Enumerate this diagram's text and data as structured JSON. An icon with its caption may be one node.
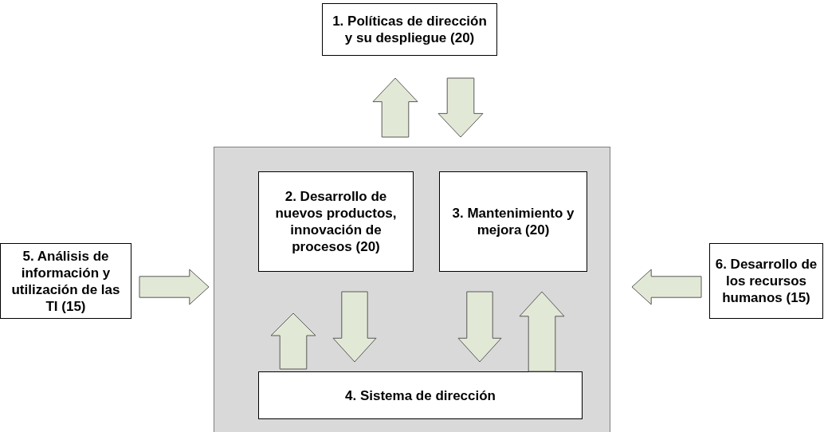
{
  "diagram": {
    "nodes": [
      {
        "text": [
          "1. Políticas de dirección y su despliegue (20)"
        ]
      },
      {
        "text": [],
        "shape": "box"
      },
      {
        "text": [
          "2. Desarrollo de nuevos productos, innovación de procesos (20)"
        ],
        "in": 1
      },
      {
        "text": [
          "3. Mantenimiento y mejora (20)"
        ],
        "in": 1
      },
      {
        "text": [
          "4. Sistema de dirección"
        ],
        "in": 1
      },
      {
        "text": [
          "5. Análisis de información y utilización de las TI (15)"
        ]
      },
      {
        "text": [
          "6. Desarrollo de los recursos humanos (15)"
        ]
      }
    ],
    "edges": [
      {
        "from": 1,
        "to": 0,
        "arrow": "to"
      },
      {
        "from": 0,
        "to": 1,
        "arrow": "to"
      },
      {
        "from": 5,
        "to": 1,
        "arrow": "to"
      },
      {
        "from": 6,
        "to": 1,
        "arrow": "to"
      },
      {
        "from": 4,
        "to": 2,
        "arrow": "to"
      },
      {
        "from": 2,
        "to": 4,
        "arrow": "to"
      },
      {
        "from": 3,
        "to": 4,
        "arrow": "to"
      },
      {
        "from": 4,
        "to": 3,
        "arrow": "to"
      }
    ]
  }
}
